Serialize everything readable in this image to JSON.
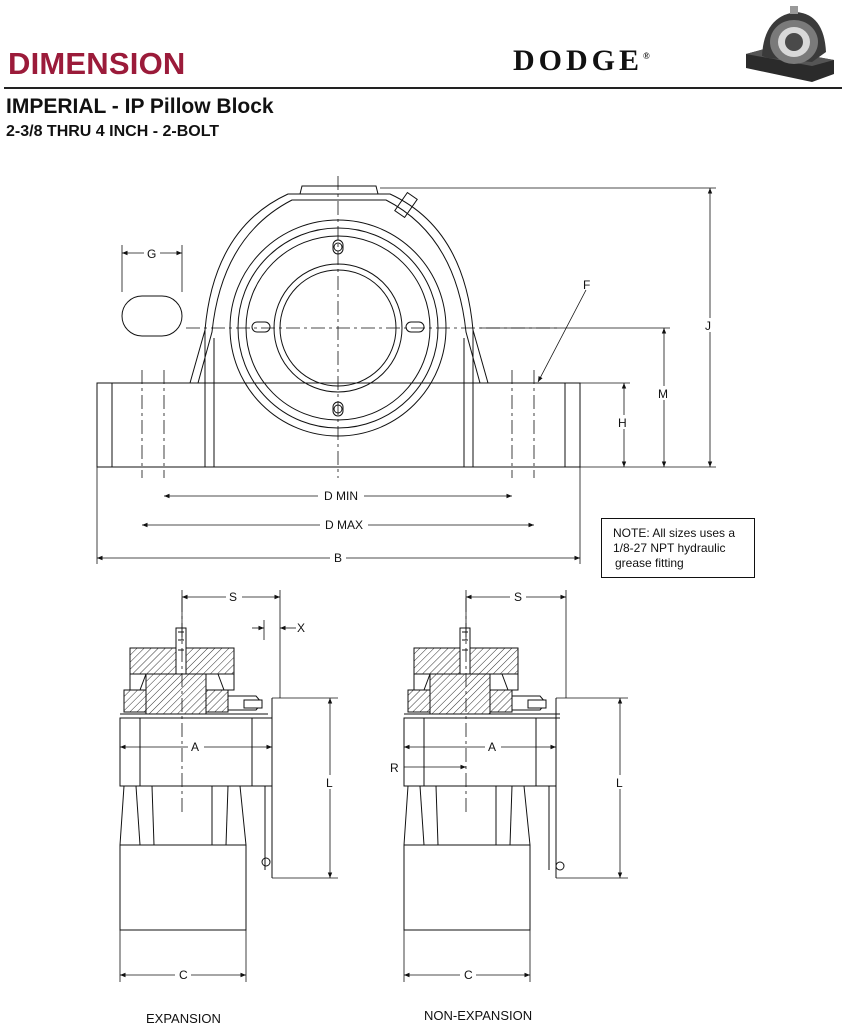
{
  "header": {
    "title": "DIMENSION",
    "brand": "DODGE",
    "brand_mark": "®",
    "subtitle": "IMPERIAL - IP Pillow Block",
    "size_range": "2-3/8 THRU 4 INCH - 2-BOLT"
  },
  "note": {
    "line1": "NOTE: All sizes uses a",
    "line2": "1/8-27 NPT hydraulic",
    "line3": "grease fitting"
  },
  "front_view": {
    "labels": {
      "g": "G",
      "f": "F",
      "j": "J",
      "m": "M",
      "h": "H",
      "d_min": "D MIN",
      "d_max": "D MAX",
      "b": "B"
    }
  },
  "expansion_view": {
    "caption": "EXPANSION",
    "labels": {
      "s": "S",
      "x": "X",
      "a": "A",
      "l": "L",
      "c": "C"
    }
  },
  "non_expansion_view": {
    "caption": "NON-EXPANSION",
    "labels": {
      "s": "S",
      "r": "R",
      "a": "A",
      "l": "L",
      "c": "C"
    }
  }
}
